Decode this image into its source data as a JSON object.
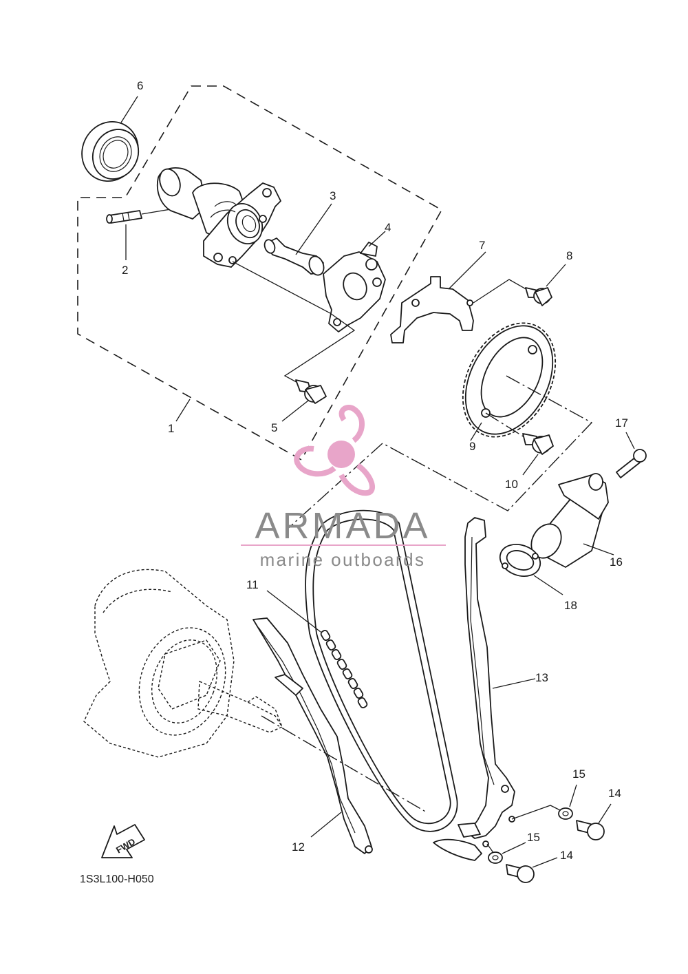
{
  "diagram_code": "1S3L100-H050",
  "fwd_label": "FWD",
  "watermark": {
    "brand": "ARMADA",
    "tagline": "marine outboards",
    "pink": "#e8a5c9",
    "grey": "#8a8a8a"
  },
  "callouts": {
    "c1": "1",
    "c2": "2",
    "c3": "3",
    "c4": "4",
    "c5": "5",
    "c6": "6",
    "c7": "7",
    "c8": "8",
    "c9": "9",
    "c10": "10",
    "c11": "11",
    "c12": "12",
    "c13": "13",
    "c14a": "14",
    "c14b": "14",
    "c15a": "15",
    "c15b": "15",
    "c16": "16",
    "c17": "17",
    "c18": "18"
  },
  "icons": {
    "fwd": "fwd-arrow-icon",
    "logo": "propeller-logo-icon"
  }
}
